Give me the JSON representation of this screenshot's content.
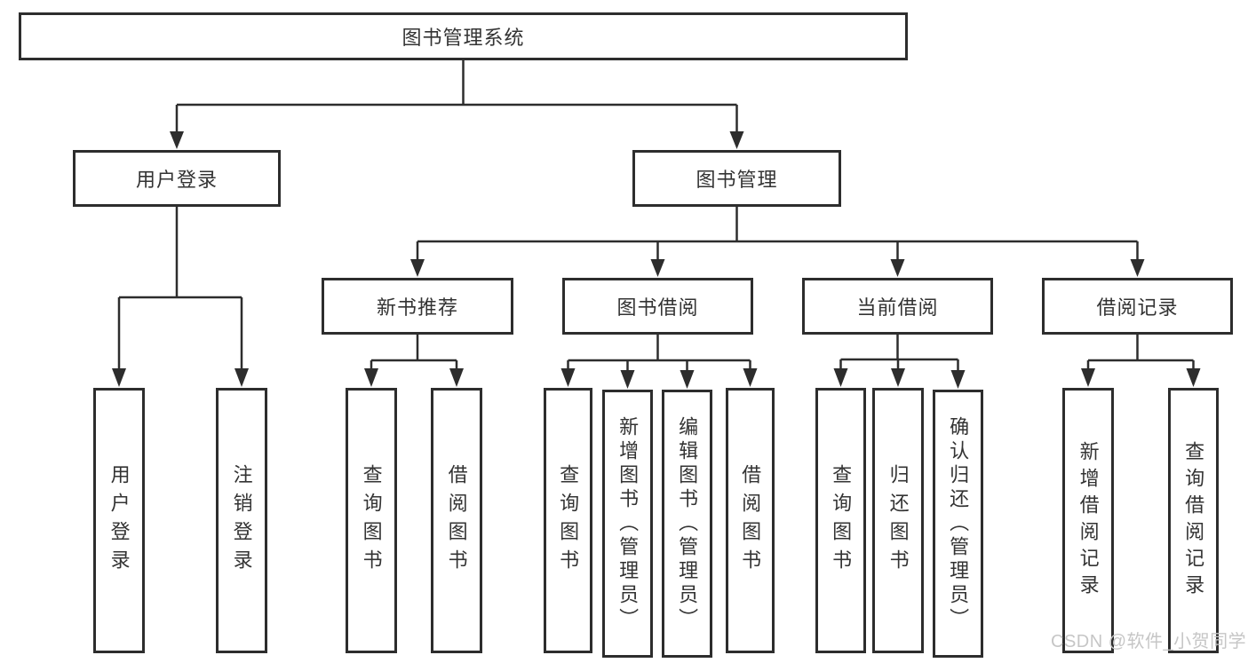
{
  "diagram": {
    "type": "hierarchy-tree",
    "colors": {
      "line": "#2d2d2d",
      "box_border": "#2d2d2d",
      "text": "#333333",
      "background": "#ffffff",
      "watermark": "#c6c6c6"
    },
    "tree": {
      "label": "图书管理系统",
      "children": [
        {
          "label": "用户登录",
          "children": [
            {
              "label": "用户登录"
            },
            {
              "label": "注销登录"
            }
          ]
        },
        {
          "label": "图书管理",
          "children": [
            {
              "label": "新书推荐",
              "children": [
                {
                  "label": "查询图书"
                },
                {
                  "label": "借阅图书"
                }
              ]
            },
            {
              "label": "图书借阅",
              "children": [
                {
                  "label": "查询图书"
                },
                {
                  "label": "新增图书（管理员）"
                },
                {
                  "label": "编辑图书（管理员）"
                },
                {
                  "label": "借阅图书"
                }
              ]
            },
            {
              "label": "当前借阅",
              "children": [
                {
                  "label": "查询图书"
                },
                {
                  "label": "归还图书"
                },
                {
                  "label": "确认归还（管理员）"
                }
              ]
            },
            {
              "label": "借阅记录",
              "children": [
                {
                  "label": "新增借阅记录"
                },
                {
                  "label": "查询借阅记录"
                }
              ]
            }
          ]
        }
      ]
    },
    "watermark": "CSDN @软件_小贺同学"
  }
}
